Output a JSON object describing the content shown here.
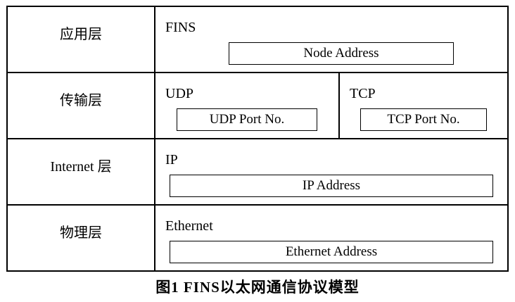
{
  "figure": {
    "caption": "图1 FINS以太网通信协议模型",
    "layers": {
      "application": {
        "label": "应用层",
        "protocol": "FINS",
        "address": "Node Address"
      },
      "transport": {
        "label": "传输层",
        "udp": {
          "protocol": "UDP",
          "address": "UDP Port No."
        },
        "tcp": {
          "protocol": "TCP",
          "address": "TCP Port No."
        }
      },
      "internet": {
        "label": "Internet 层",
        "protocol": "IP",
        "address": "IP Address"
      },
      "physical": {
        "label": "物理层",
        "protocol": "Ethernet",
        "address": "Ethernet Address"
      }
    }
  }
}
